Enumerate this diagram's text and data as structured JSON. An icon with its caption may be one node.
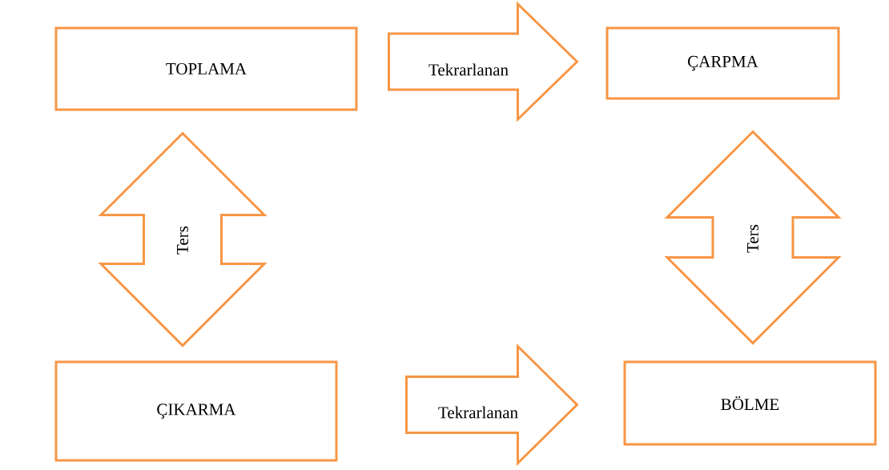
{
  "diagram": {
    "nodes": [
      {
        "text": [
          "TOPLAMA"
        ]
      },
      {
        "text": [
          "ÇARPMA"
        ]
      },
      {
        "text": [
          "ÇIKARMA"
        ]
      },
      {
        "text": [
          "BÖLME"
        ]
      }
    ],
    "edges": [
      {
        "from": 0,
        "to": 1,
        "arrow": "to",
        "label": "Tekrarlanan"
      },
      {
        "from": 0,
        "to": 2,
        "arrow": "both",
        "label": "Ters"
      },
      {
        "from": 1,
        "to": 3,
        "arrow": "both",
        "label": "Ters"
      },
      {
        "from": 2,
        "to": 3,
        "arrow": "to",
        "label": "Tekrarlanan"
      }
    ]
  }
}
